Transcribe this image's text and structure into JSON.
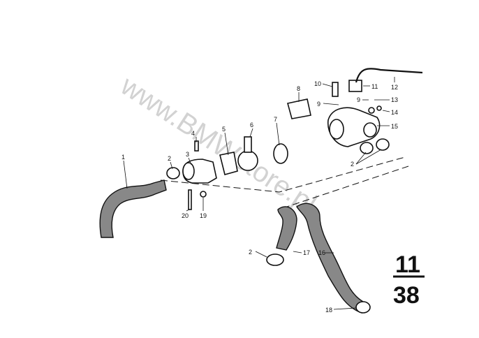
{
  "watermark": "www.BMWstore.pl",
  "section": {
    "top": "11",
    "bottom": "38"
  },
  "callouts": [
    "1",
    "2",
    "3",
    "4",
    "5",
    "6",
    "7",
    "8",
    "9",
    "10",
    "11",
    "12",
    "13",
    "14",
    "15",
    "2",
    "9",
    "17",
    "16",
    "18",
    "20",
    "19",
    "2"
  ]
}
